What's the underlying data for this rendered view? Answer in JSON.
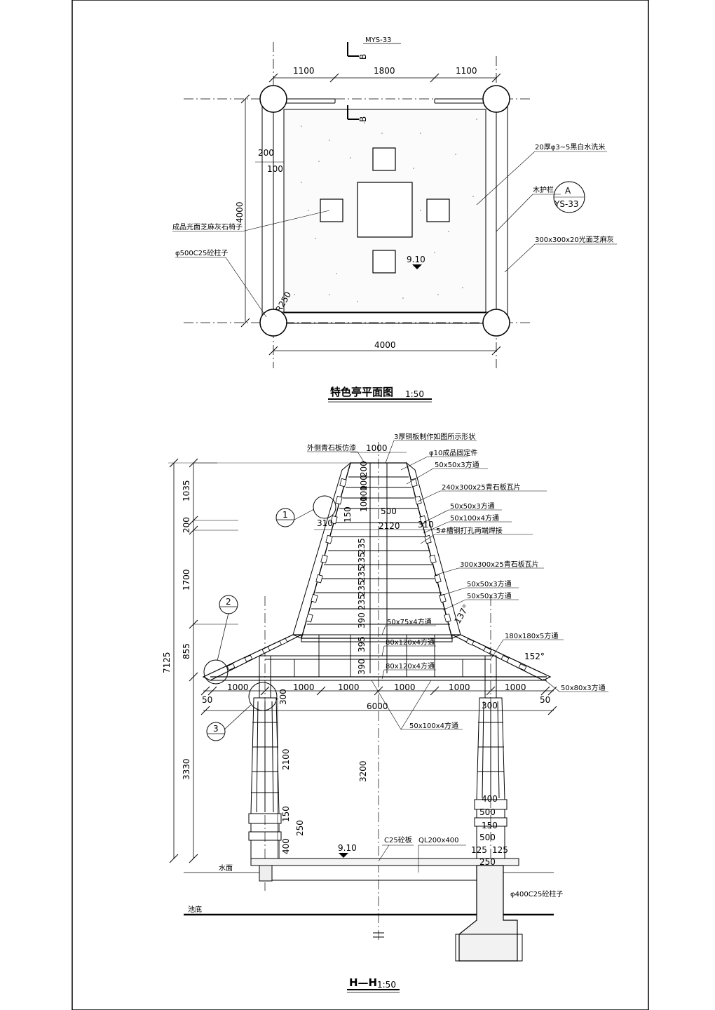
{
  "plan": {
    "title": "特色亭平面图",
    "scale": "1:50",
    "dims": {
      "top_left": "1100",
      "top_mid": "1800",
      "top_right": "1100",
      "bottom": "4000",
      "left": "4000",
      "d200": "200",
      "d100": "100",
      "r250": "R250"
    },
    "level": "9.10",
    "ref_top": "MYS-33",
    "section_mark": "B",
    "detail_ref": {
      "num": "A",
      "sheet": "YS-33"
    },
    "labels": {
      "gravel": "20厚φ3~5黑白水洗米",
      "rail": "木护栏",
      "paving": "300x300x20光面芝麻灰",
      "stools": "成品光面芝麻灰石椅子",
      "column": "φ500C25砼柱子"
    }
  },
  "section": {
    "title": "H—H",
    "scale": "1:50",
    "left_dims": [
      "1035",
      "200",
      "1700",
      "855",
      "3330"
    ],
    "total_height": "7125",
    "col_dims": [
      "2100",
      "150",
      "250",
      "400"
    ],
    "center_dim": "3200",
    "top_width": "1000",
    "mid_dims": [
      "500",
      "2120",
      "310",
      "310"
    ],
    "stack_dims": [
      "235",
      "235",
      "235",
      "235",
      "235",
      "390",
      "395",
      "390"
    ],
    "stack_dims_top": [
      "200",
      "100",
      "100",
      "100",
      "150"
    ],
    "base_dims": [
      "50",
      "1000",
      "1000",
      "1000",
      "1000",
      "1000",
      "1000",
      "50"
    ],
    "overall_width": "6000",
    "col_right_dims": [
      "300",
      "400",
      "500",
      "150",
      "500",
      "125",
      "125",
      "250"
    ],
    "col_left_dim": "300",
    "angles": [
      "137°",
      "152°"
    ],
    "labels": {
      "copper": "3厚铜板制作如图所示形状",
      "outer": "外侧青石板仿漆",
      "bolt": "φ10成品固定件",
      "t1": "50x50x3方通",
      "tile1": "240x300x25青石板瓦片",
      "t2": "50x50x3方通",
      "t3": "50x100x4方通",
      "channel": "5#槽钢打孔两端焊接",
      "tile2": "300x300x25青石板瓦片",
      "t4": "50x50x3方通",
      "t5": "50x50x3方通",
      "t6": "50x75x4方通",
      "t7": "80x120x4方通",
      "t8": "80x120x4方通",
      "t9": "180x180x5方通",
      "t10": "50x80x3方通",
      "t11": "50x100x4方通",
      "concrete": "C25砼板",
      "beam": "QL200x400",
      "water": "水面",
      "pool": "池底",
      "pile": "φ400C25砼柱子"
    },
    "callouts": [
      "1",
      "2",
      "3"
    ],
    "level": "9.10"
  }
}
